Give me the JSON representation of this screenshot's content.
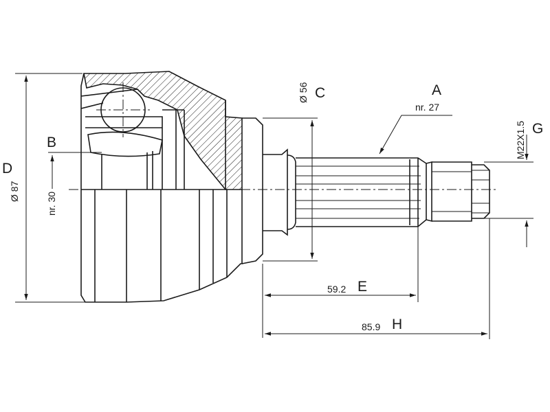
{
  "labels": {
    "D": "D",
    "B": "B",
    "C": "C",
    "A": "A",
    "G": "G",
    "E": "E",
    "H": "H"
  },
  "values": {
    "D": "Ø 87",
    "B": "nr. 30",
    "C": "Ø 56",
    "A": "nr. 27",
    "G": "M22X1.5",
    "E": "59.2",
    "H": "85.9"
  }
}
